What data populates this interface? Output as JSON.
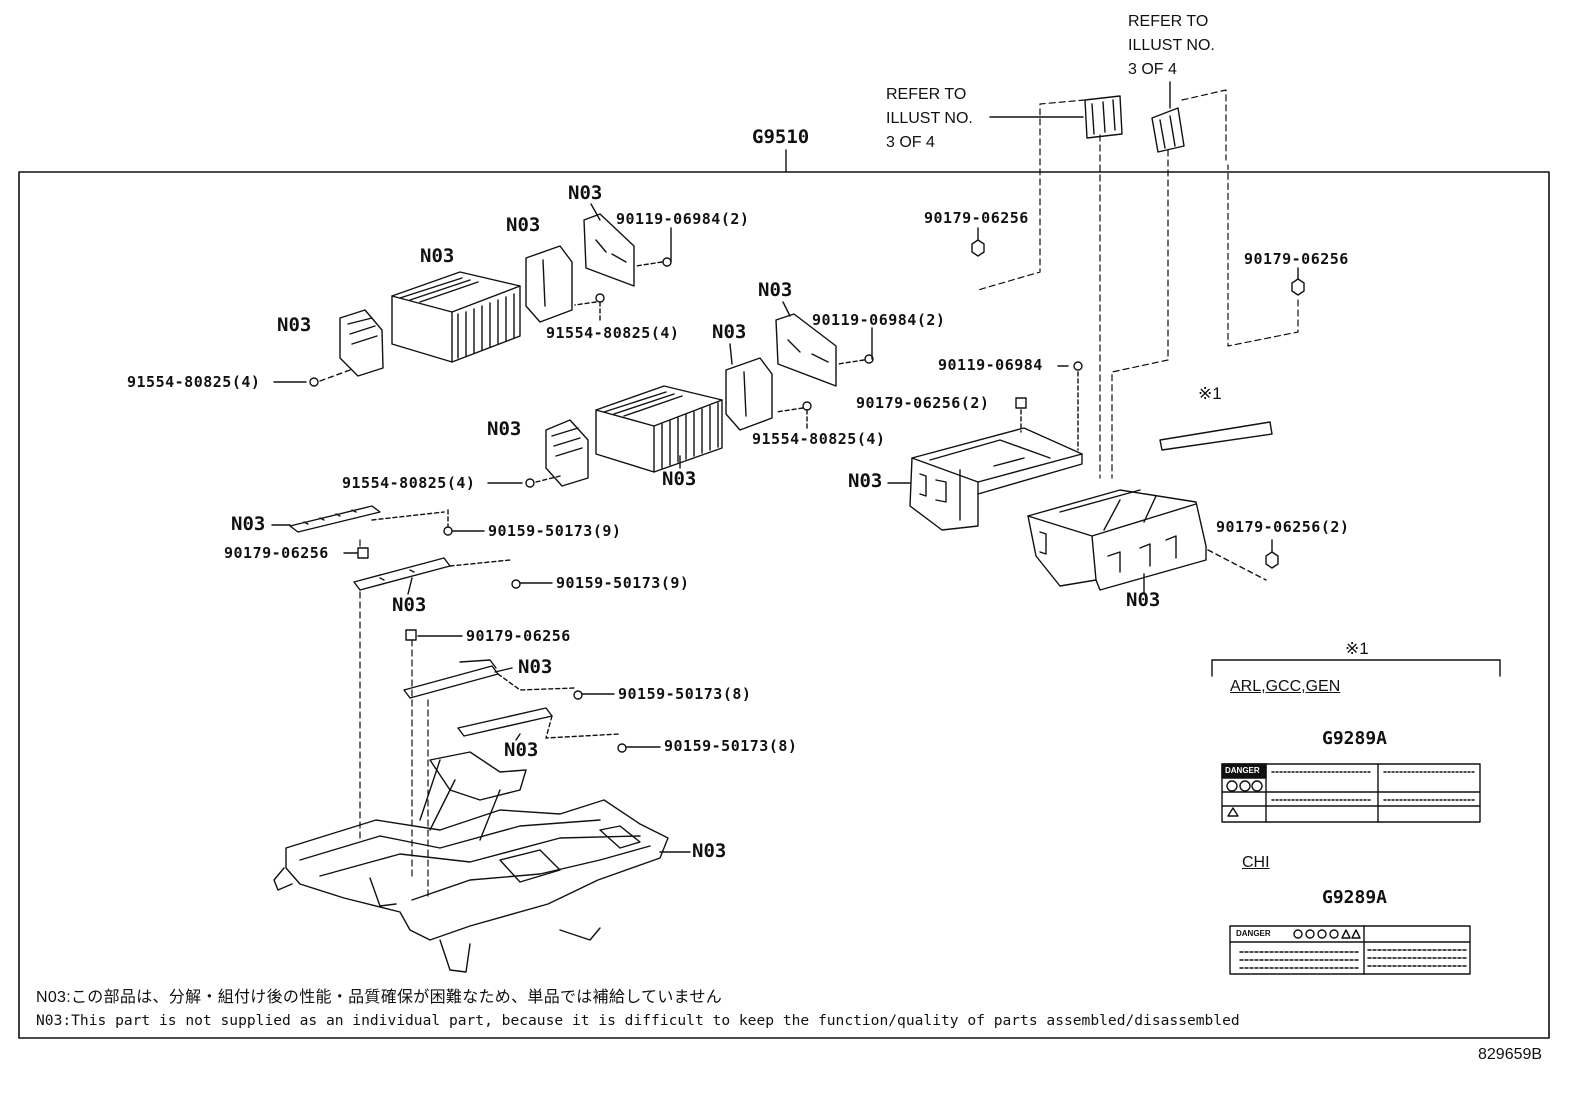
{
  "assembly_code": "G9510",
  "figure_number": "829659B",
  "reference_note": {
    "line1": "REFER TO",
    "line2": "ILLUST NO.",
    "line3": "3 OF 4"
  },
  "part_tag": "N03",
  "callouts": {
    "bolt_90119_x2_a": "90119-06984(2)",
    "bolt_90119_x2_b": "90119-06984(2)",
    "bolt_90119_single": "90119-06984",
    "screw_91554_a": "91554-80825(4)",
    "screw_91554_b": "91554-80825(4)",
    "screw_91554_c": "91554-80825(4)",
    "screw_91554_d": "91554-80825(4)",
    "nut_90179_top": "90179-06256",
    "nut_90179_right": "90179-06256",
    "nut_90179_x2_top": "90179-06256(2)",
    "nut_90179_x2_right": "90179-06256(2)",
    "nut_90179_left": "90179-06256",
    "nut_90179_mid": "90179-06256",
    "bolt_90159_a": "90159-50173(9)",
    "bolt_90159_b": "90159-50173(9)",
    "bolt_90159_c": "90159-50173(8)",
    "bolt_90159_d": "90159-50173(8)"
  },
  "footnote_marker": "※1",
  "label_section": {
    "region_a": "ARL,GCC,GEN",
    "label_code_a": "G9289A",
    "region_b": "CHI",
    "label_code_b": "G9289A",
    "label_warning_word": "DANGER"
  },
  "notes": {
    "japanese": "N03:この部品は、分解・組付け後の性能・品質確保が困難なため、単品では補給していません",
    "english": "N03:This part is not supplied as an individual part, because it is difficult to keep the function/quality of parts assembled/disassembled"
  }
}
